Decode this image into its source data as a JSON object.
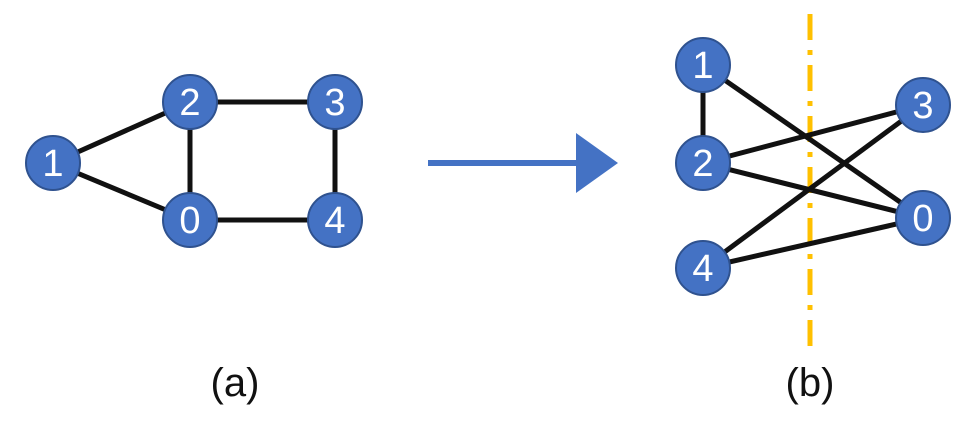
{
  "colors": {
    "node_fill": "#4472C4",
    "node_stroke": "#2F528F",
    "edge": "#111111",
    "arrow": "#4472C4",
    "cut_line": "#FFC000"
  },
  "panel_a": {
    "caption": "(a)",
    "nodes": [
      {
        "id": "1",
        "label": "1"
      },
      {
        "id": "2",
        "label": "2"
      },
      {
        "id": "3",
        "label": "3"
      },
      {
        "id": "0",
        "label": "0"
      },
      {
        "id": "4",
        "label": "4"
      }
    ],
    "edges": [
      [
        "1",
        "2"
      ],
      [
        "1",
        "0"
      ],
      [
        "2",
        "3"
      ],
      [
        "2",
        "0"
      ],
      [
        "3",
        "4"
      ],
      [
        "0",
        "4"
      ]
    ]
  },
  "panel_b": {
    "caption": "(b)",
    "nodes": [
      {
        "id": "1",
        "label": "1"
      },
      {
        "id": "2",
        "label": "2"
      },
      {
        "id": "4",
        "label": "4"
      },
      {
        "id": "3",
        "label": "3"
      },
      {
        "id": "0",
        "label": "0"
      }
    ],
    "edges": [
      [
        "1",
        "2"
      ],
      [
        "1",
        "0"
      ],
      [
        "2",
        "3"
      ],
      [
        "2",
        "0"
      ],
      [
        "4",
        "3"
      ],
      [
        "4",
        "0"
      ]
    ]
  }
}
